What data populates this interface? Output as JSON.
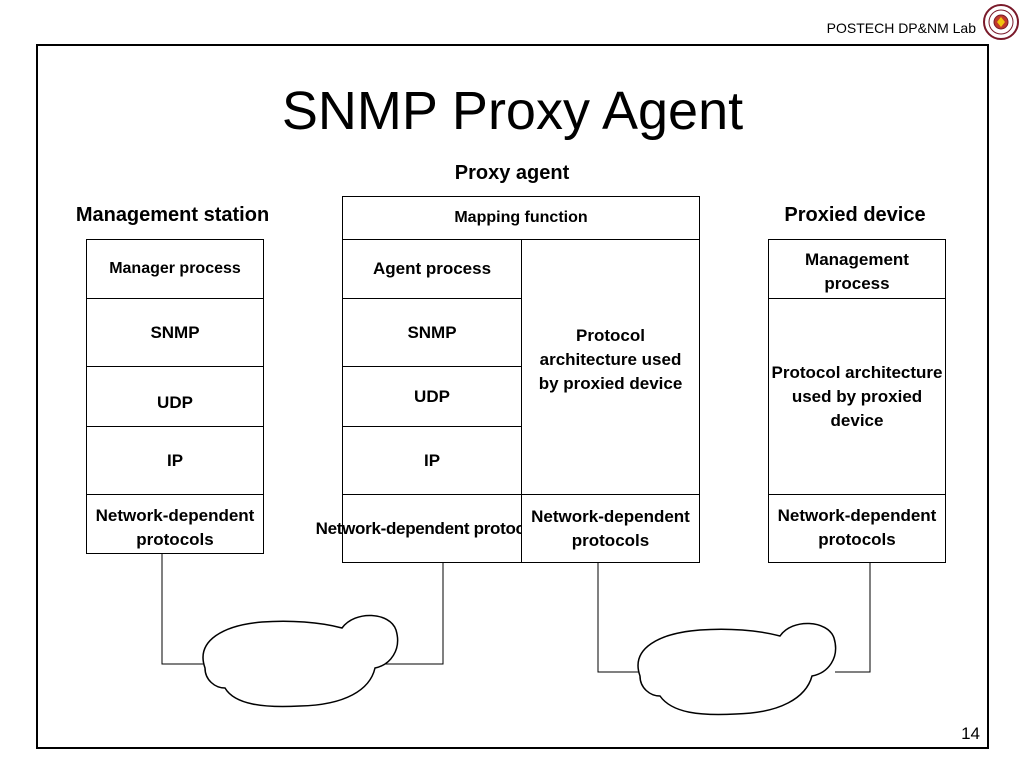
{
  "header": {
    "lab_name": "POSTECH DP&NM Lab"
  },
  "slide": {
    "title": "SNMP Proxy Agent",
    "page_number": "14"
  },
  "management_station": {
    "heading": "Management station",
    "layers": [
      "Manager process",
      "SNMP",
      "UDP",
      "IP",
      "Network-dependent protocols"
    ]
  },
  "proxy_agent": {
    "heading": "Proxy agent",
    "mapping_function": "Mapping function",
    "left_layers": [
      "Agent process",
      "SNMP",
      "UDP",
      "IP",
      "Network-dependent protocols"
    ],
    "right_block": "Protocol architecture used by proxied device",
    "right_network": "Network-dependent protocols"
  },
  "proxied_device": {
    "heading": "Proxied device",
    "layers": [
      "Management process",
      "Protocol architecture used by proxied device",
      "Network-dependent protocols"
    ]
  }
}
